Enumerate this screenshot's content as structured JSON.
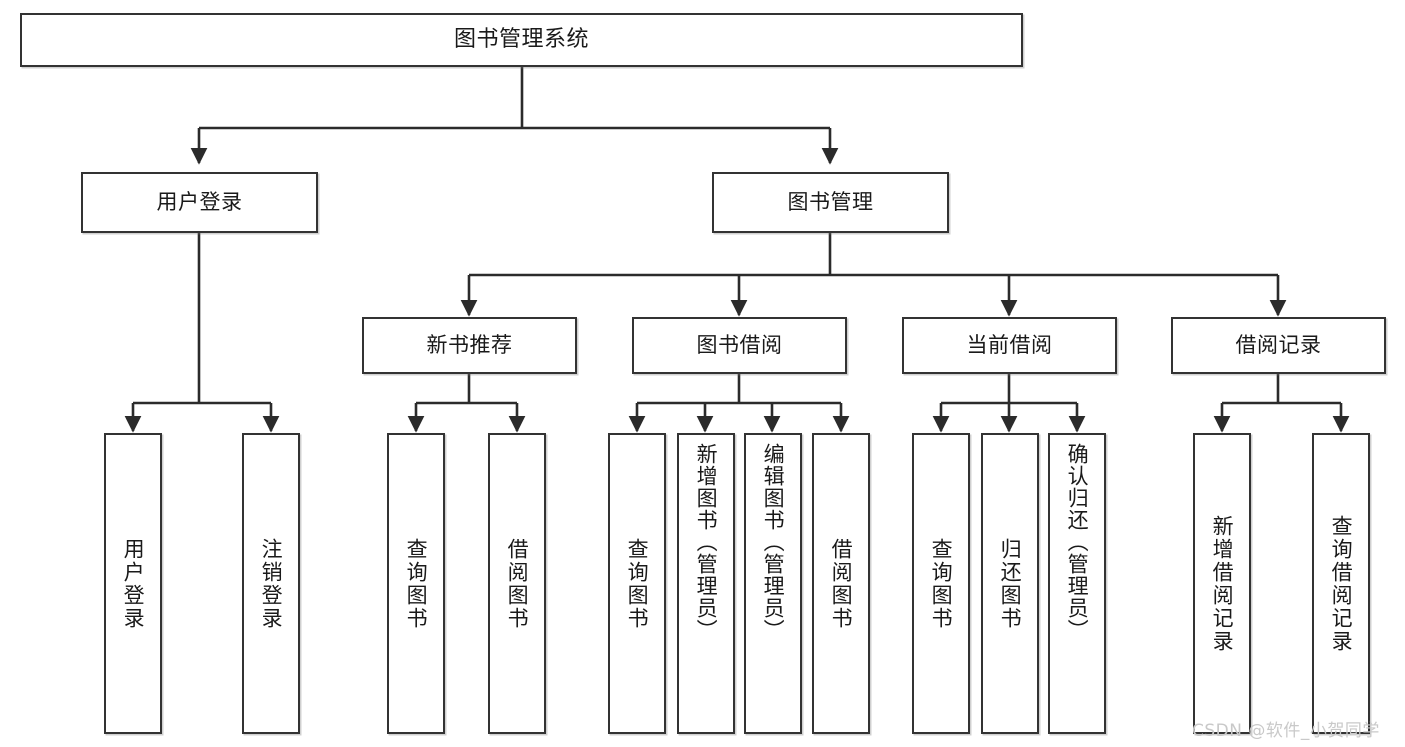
{
  "diagram": {
    "type": "tree-hierarchy",
    "title": "图书管理系统",
    "root": {
      "id": "root",
      "label": "图书管理系统"
    },
    "level2": [
      {
        "id": "user-login",
        "label": "用户登录"
      },
      {
        "id": "book-manage",
        "label": "图书管理"
      }
    ],
    "level3": [
      {
        "id": "new-book-rec",
        "label": "新书推荐"
      },
      {
        "id": "book-borrow",
        "label": "图书借阅"
      },
      {
        "id": "current-borrow",
        "label": "当前借阅"
      },
      {
        "id": "borrow-record",
        "label": "借阅记录"
      }
    ],
    "leaves": {
      "user_login": [
        {
          "id": "leaf-user-login",
          "label": "用户登录"
        },
        {
          "id": "leaf-logout",
          "label": "注销登录"
        }
      ],
      "new_book_rec": [
        {
          "id": "leaf-query-book-1",
          "label": "查询图书"
        },
        {
          "id": "leaf-borrow-book-1",
          "label": "借阅图书"
        }
      ],
      "book_borrow": [
        {
          "id": "leaf-query-book-2",
          "label": "查询图书"
        },
        {
          "id": "leaf-add-book",
          "label": "新增图书（管理员）"
        },
        {
          "id": "leaf-edit-book",
          "label": "编辑图书（管理员）"
        },
        {
          "id": "leaf-borrow-book-2",
          "label": "借阅图书"
        }
      ],
      "current_borrow": [
        {
          "id": "leaf-query-book-3",
          "label": "查询图书"
        },
        {
          "id": "leaf-return-book",
          "label": "归还图书"
        },
        {
          "id": "leaf-confirm-return",
          "label": "确认归还（管理员）"
        }
      ],
      "borrow_record": [
        {
          "id": "leaf-add-record",
          "label": "新增借阅记录"
        },
        {
          "id": "leaf-query-record",
          "label": "查询借阅记录"
        }
      ]
    }
  },
  "watermark": {
    "text": "CSDN @软件_小贺同学"
  },
  "colors": {
    "box_border": "#333333",
    "box_fill": "#ffffff",
    "connector": "#2b2b2b",
    "text": "#1a1a1a",
    "watermark": "#c9c9c9",
    "page_bg": "#ffffff"
  }
}
